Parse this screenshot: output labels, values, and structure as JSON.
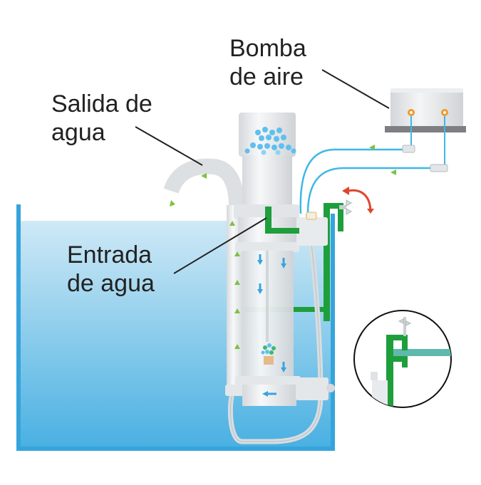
{
  "labels": {
    "bomba_line1": "Bomba",
    "bomba_line2": "de aire",
    "salida_line1": "Salida de",
    "salida_line2": "agua",
    "entrada_line1": "Entrada",
    "entrada_line2": "de agua"
  },
  "colors": {
    "water_top": "#cfe9f6",
    "water_bottom": "#49b0e2",
    "tank_wall": "#36a4dc",
    "device_body": "#e9eced",
    "bracket": "#1f9e3c",
    "air_tube": "#3fb7e6",
    "flow_arrow_green": "#7cc142",
    "flow_arrow_blue": "#3aa3dd",
    "rotate_arrow": "#e0452e",
    "pump_body": "#e6e8ea",
    "pump_base": "#7d7f82",
    "pump_port": "#f09a2a",
    "bubbles": "#5fc0ee",
    "leader_line": "#222222"
  },
  "icons": [
    "air-pump-icon",
    "skimmer-icon",
    "mounting-bracket-icon",
    "wing-nut-icon",
    "rotate-arrow-icon",
    "detail-zoom-icon"
  ]
}
